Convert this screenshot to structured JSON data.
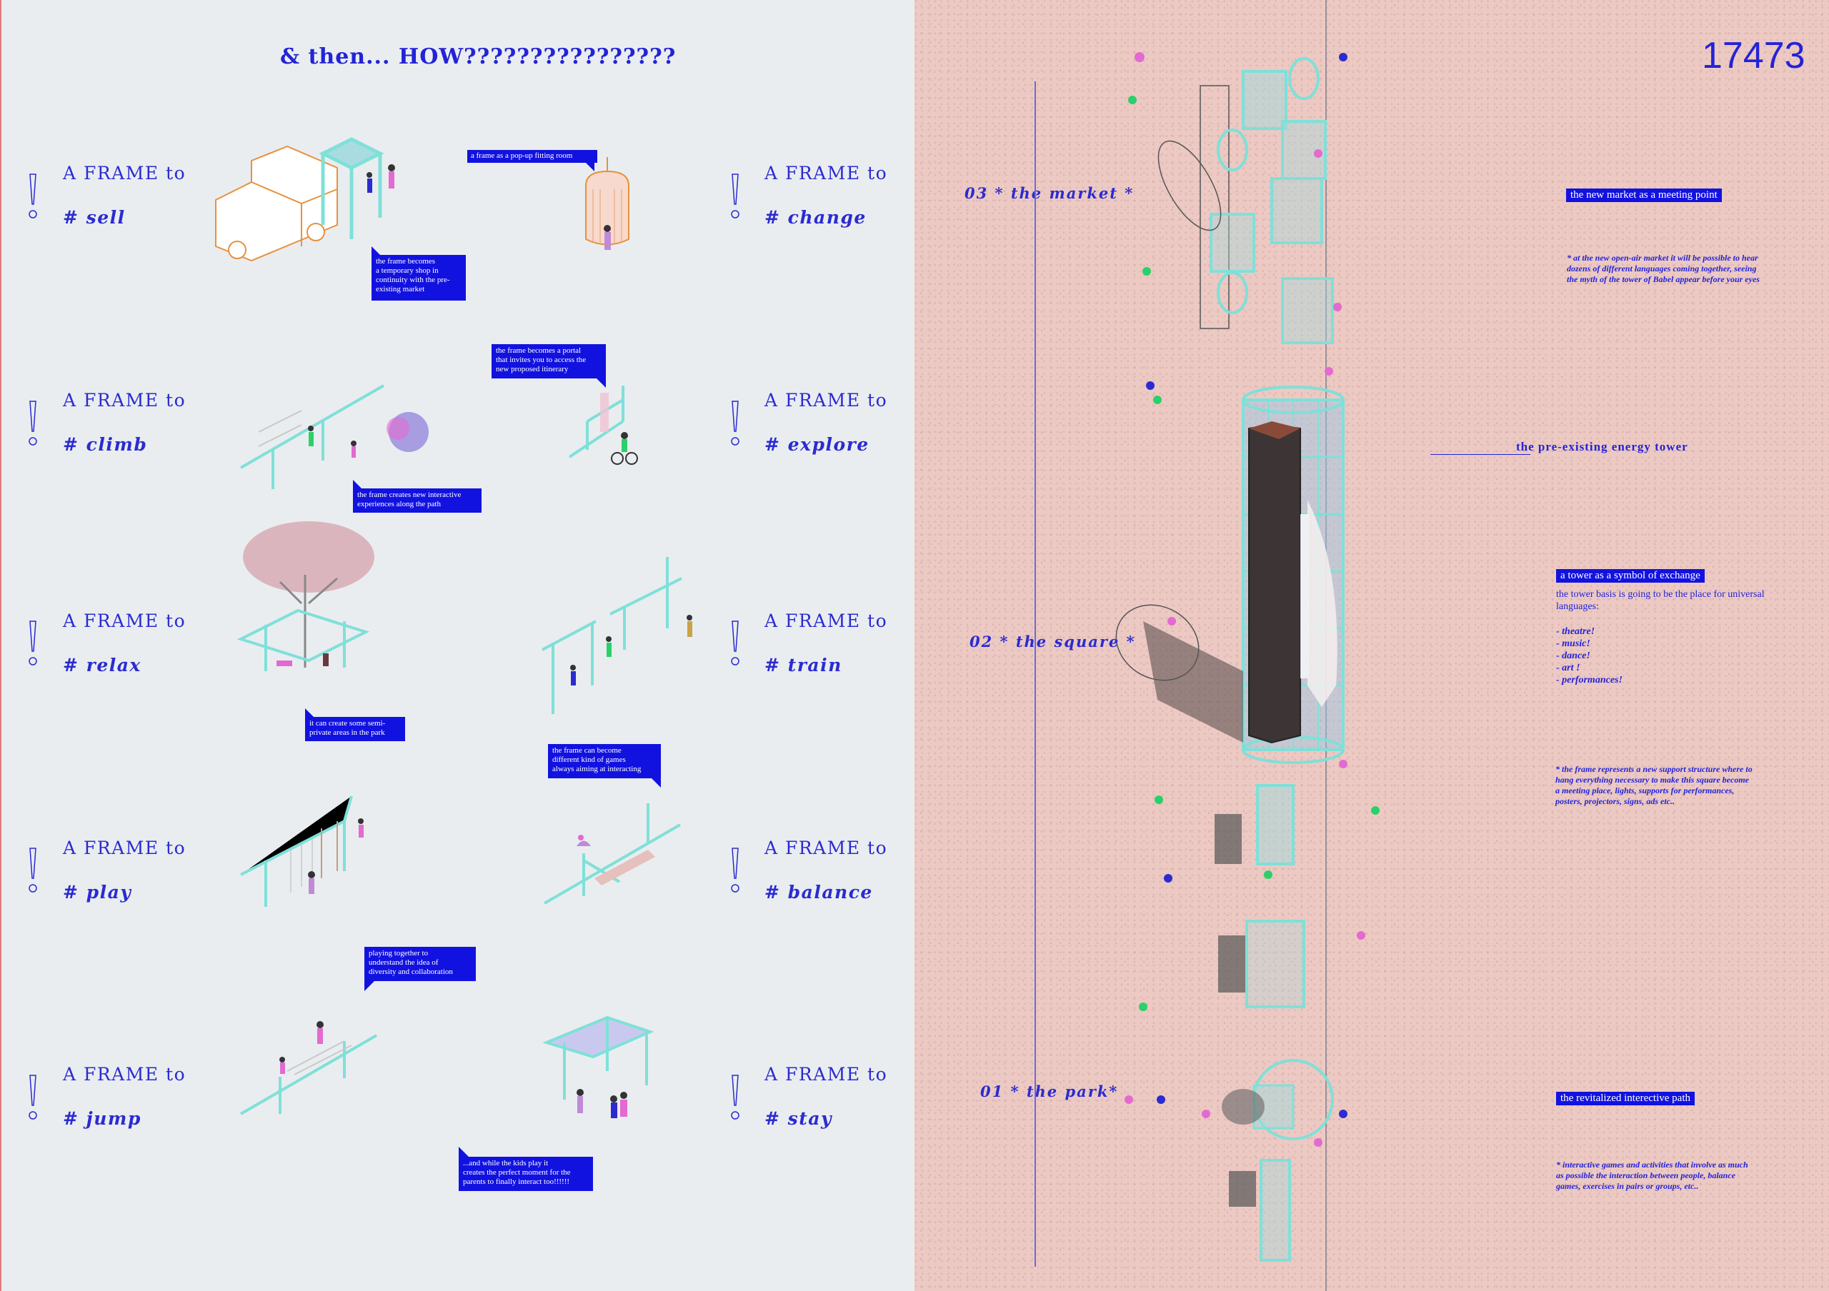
{
  "left_panel": {
    "title": "& then... HOW????????????????",
    "rows": [
      {
        "left_prefix": "A FRAME to",
        "left_verb": "# sell",
        "right_prefix": "A FRAME to",
        "right_verb": "# change"
      },
      {
        "left_prefix": "A FRAME to",
        "left_verb": "# climb",
        "right_prefix": "A FRAME to",
        "right_verb": "# explore"
      },
      {
        "left_prefix": "A FRAME to",
        "left_verb": "# relax",
        "right_prefix": "A FRAME to",
        "right_verb": "# train"
      },
      {
        "left_prefix": "A FRAME to",
        "left_verb": "# play",
        "right_prefix": "A FRAME to",
        "right_verb": "# balance"
      },
      {
        "left_prefix": "A FRAME to",
        "left_verb": "# jump",
        "right_prefix": "A FRAME to",
        "right_verb": "# stay"
      }
    ],
    "callouts": {
      "fitting_room": "a frame as a pop-up fitting room",
      "shop": [
        "the frame becomes",
        "a temporary shop in",
        "continuity with the pre-",
        "existing market"
      ],
      "portal": [
        "the frame becomes a portal",
        "that invites you to access the",
        "new proposed itinerary"
      ],
      "interactive": [
        "the frame creates new interactive",
        "experiences along the path"
      ],
      "semi_private": [
        "it can create some semi-",
        "private areas  in the park"
      ],
      "games": [
        "the frame can become",
        "different kind of games",
        "always aiming at interacting"
      ],
      "together": [
        "playing together to",
        "understand the idea of",
        "diversity and collaboration"
      ],
      "parents": [
        "...and while the kids play it",
        "creates the perfect moment for the",
        "parents to finally interact too!!!!!!"
      ]
    }
  },
  "right_panel": {
    "code": "17473",
    "sections": {
      "market": "03 * the market *",
      "square": "02 * the square *",
      "park": "01 * the park*"
    },
    "labels": {
      "meeting_point": "the new market as a meeting point",
      "market_note": [
        "* at the new open-air market it will be possible to hear",
        "dozens of different languages coming together, seeing",
        "the myth of the tower of Babel appear before your eyes"
      ],
      "energy_tower": "the pre-existing energy tower",
      "symbol_exchange": "a tower as a symbol of exchange",
      "tower_text": [
        "the tower basis is going to be the place for universal",
        "languages:"
      ],
      "tower_list": [
        "- theatre!",
        "- music!",
        "- dance!",
        "- art !",
        "- performances!"
      ],
      "frame_note": [
        "* the frame represents a new support structure where to",
        "hang everything necessary to make this square become",
        "a meeting place, lights, supports for performances,",
        "posters, projectors, signs, ads etc.."
      ],
      "revitalized_path": "the revitalized interective path",
      "path_note": [
        "* interactive games and activities that involve as much",
        "as possible the interaction between people, balance",
        "games, exercises in pairs or groups, etc.."
      ]
    }
  },
  "colors": {
    "accent_blue": "#2323d6",
    "callout_blue": "#1212e0",
    "frame_cyan": "#7fe0d8",
    "left_bg": "#e9edf0",
    "right_bg": "#ecc9c3"
  }
}
